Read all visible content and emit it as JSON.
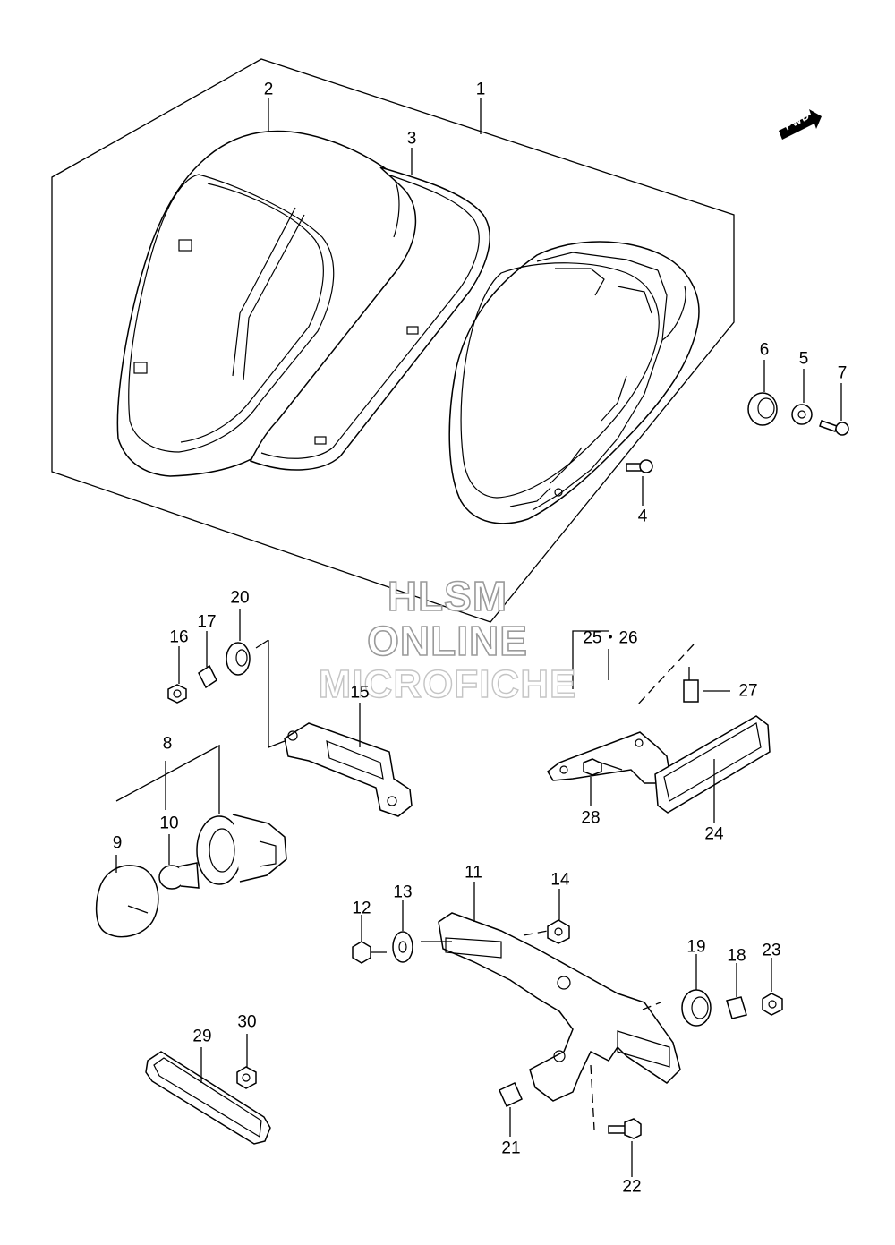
{
  "callouts": {
    "c1": "1",
    "c2": "2",
    "c3": "3",
    "c4": "4",
    "c5": "5",
    "c6": "6",
    "c7": "7",
    "c8": "8",
    "c9": "9",
    "c10": "10",
    "c11": "11",
    "c12": "12",
    "c13": "13",
    "c14": "14",
    "c15": "15",
    "c16": "16",
    "c17": "17",
    "c18": "18",
    "c19": "19",
    "c20": "20",
    "c21": "21",
    "c22": "22",
    "c23": "23",
    "c24": "24",
    "c25_26": "25・26",
    "c27": "27",
    "c28": "28",
    "c29": "29",
    "c30": "30"
  },
  "direction_arrow": {
    "label": "FWD"
  },
  "watermark": {
    "line1": "HLSM",
    "line2": "ONLINE",
    "line3": "MICROFICHE"
  }
}
